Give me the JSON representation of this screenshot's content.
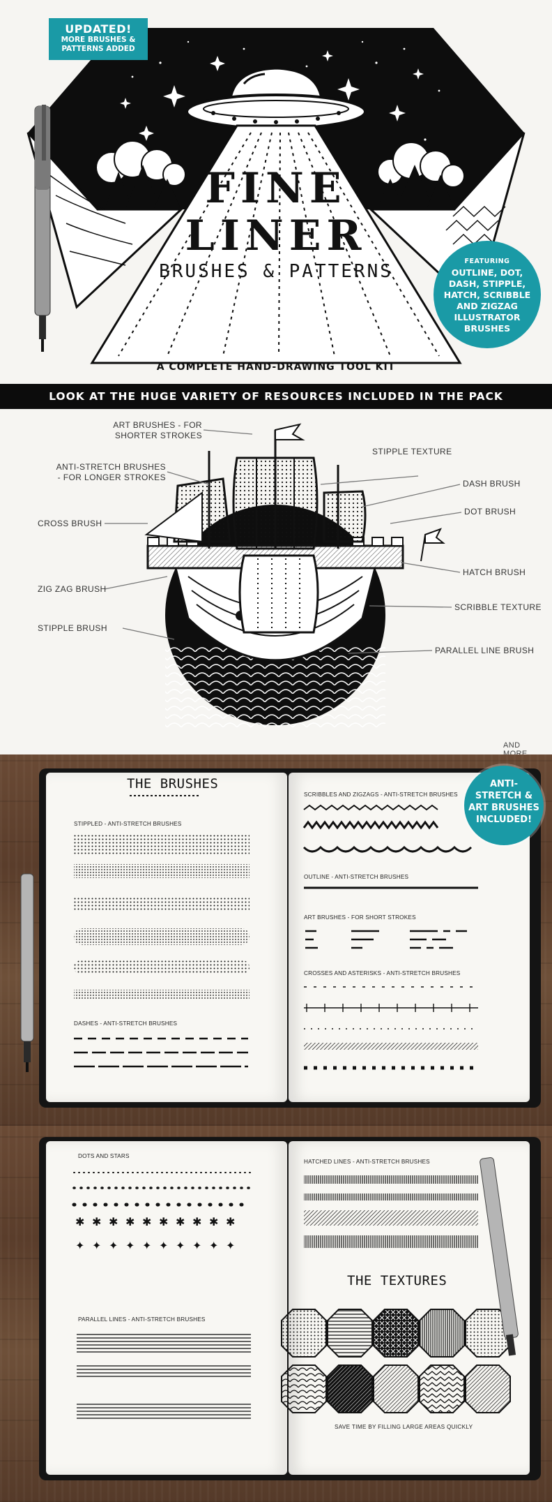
{
  "hero": {
    "badge_top": {
      "line1": "UPDATED!",
      "line2": "MORE BRUSHES &",
      "line3": "PATTERNS ADDED"
    },
    "title_line1": "FINE",
    "title_line2": "LINER",
    "subtitle": "BRUSHES & PATTERNS",
    "badge_features": [
      "FEATURING",
      "OUTLINE, DOT,",
      "DASH, STIPPLE,",
      "HATCH, SCRIBBLE",
      "AND ZIGZAG",
      "ILLUSTRATOR",
      "BRUSHES"
    ],
    "tagline": "A COMPLETE HAND-DRAWING TOOL KIT"
  },
  "banner": "LOOK AT THE HUGE VARIETY OF RESOURCES INCLUDED IN THE PACK",
  "callouts": {
    "art_brushes": [
      "ART BRUSHES - FOR",
      "SHORTER STROKES"
    ],
    "anti_stretch": [
      "ANTI-STRETCH BRUSHES",
      "- FOR LONGER STROKES"
    ],
    "cross_brush": "CROSS BRUSH",
    "zigzag_brush": "ZIG ZAG BRUSH",
    "stipple_brush": "STIPPLE BRUSH",
    "stipple_texture": "STIPPLE TEXTURE",
    "dash_brush": "DASH BRUSH",
    "dot_brush": "DOT BRUSH",
    "hatch_brush": "HATCH BRUSH",
    "scribble_texture": "SCRIBBLE TEXTURE",
    "parallel_line_brush": "PARALLEL LINE BRUSH",
    "and_more": "AND MORE..."
  },
  "notebook1": {
    "heading": "THE BRUSHES",
    "stippled_label": "STIPPLED - ANTI-STRETCH BRUSHES",
    "dashes_label": "DASHES - ANTI-STRETCH BRUSHES",
    "scribbles_label": "SCRIBBLES AND ZIGZAGS - ANTI-STRETCH BRUSHES",
    "outline_label": "OUTLINE - ANTI-STRETCH BRUSHES",
    "art_label": "ART BRUSHES - FOR SHORT STROKES",
    "crosses_label": "CROSSES AND ASTERISKS - ANTI-STRETCH BRUSHES",
    "badge": [
      "ANTI-",
      "STRETCH &",
      "ART BRUSHES",
      "INCLUDED!"
    ]
  },
  "notebook2": {
    "dots_label": "DOTS AND STARS",
    "parallel_label": "PARALLEL LINES - ANTI-STRETCH BRUSHES",
    "hatched_label": "HATCHED LINES - ANTI-STRETCH BRUSHES",
    "textures_heading": "THE TEXTURES",
    "save_time": "SAVE TIME BY FILLING LARGE AREAS QUICKLY"
  },
  "colors": {
    "teal": "#1a9aa6",
    "ink": "#111111",
    "paper": "#f8f7f3",
    "banner": "#0c0c0c"
  }
}
